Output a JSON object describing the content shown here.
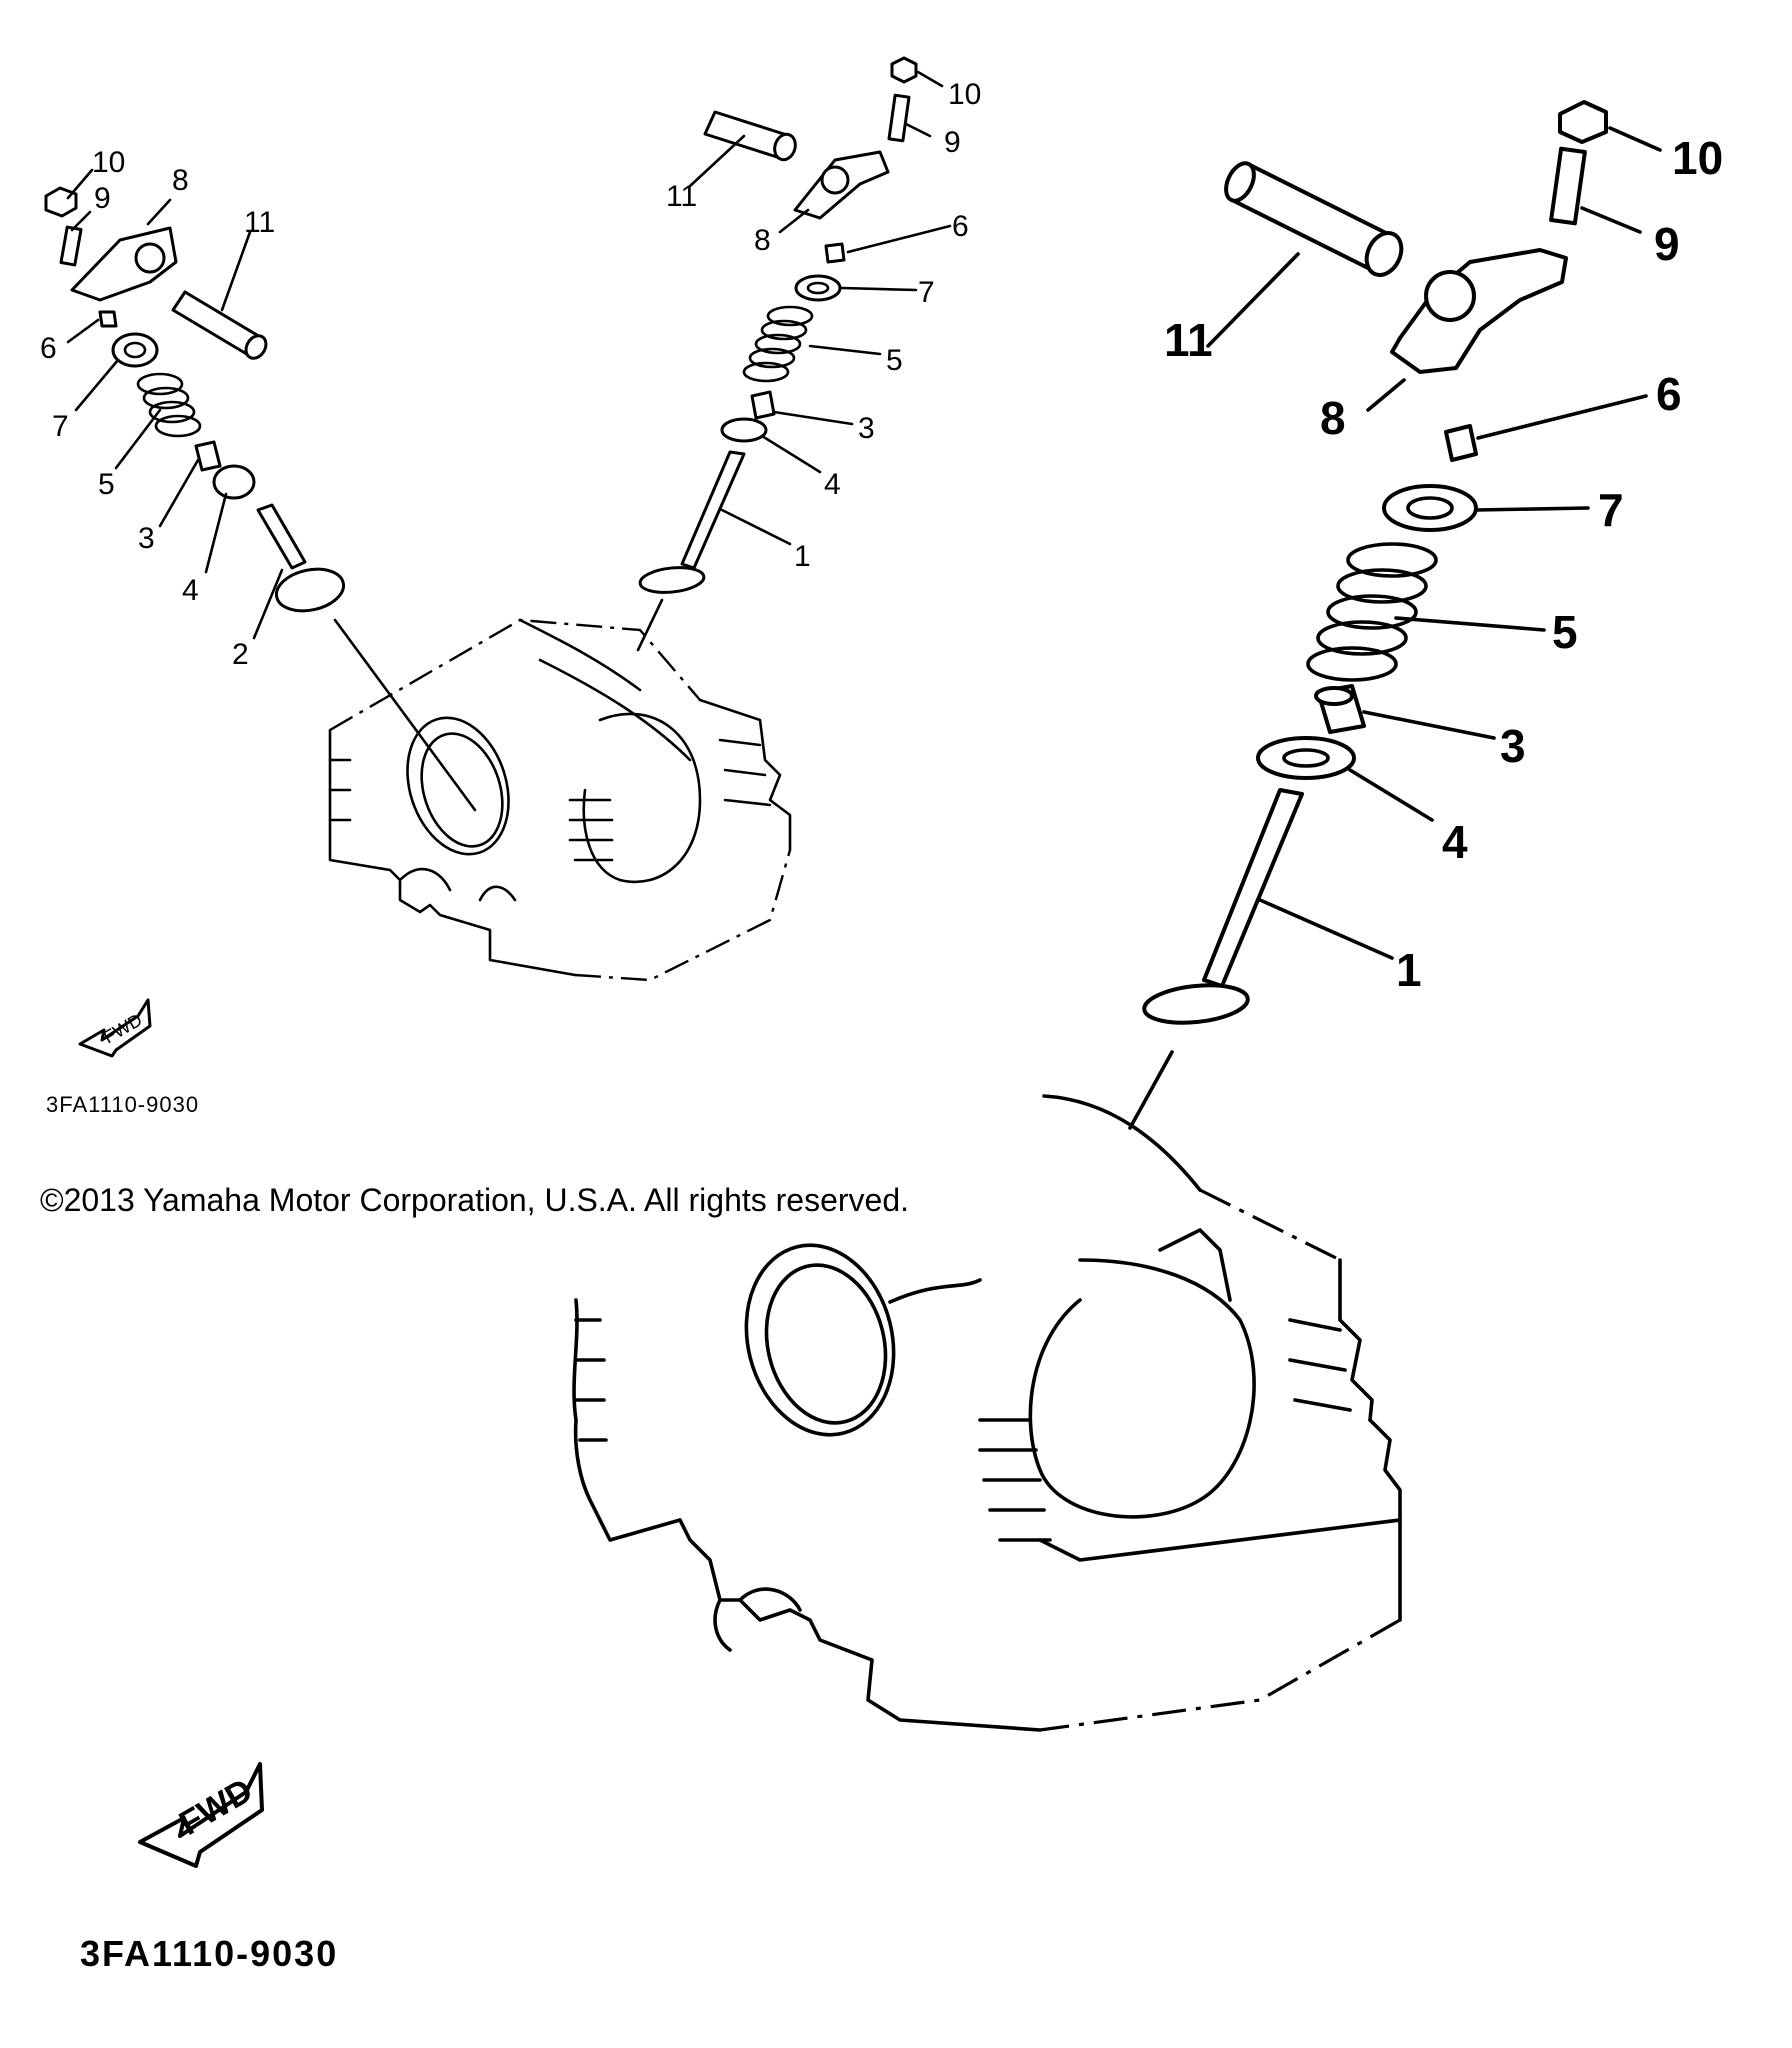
{
  "diagram": {
    "copyright": "©2013 Yamaha Motor Corporation, U.S.A. All rights reserved.",
    "part_code": "3FA1110-9030",
    "fwd_label": "FWD",
    "callouts": {
      "c1": "1",
      "c2": "2",
      "c3": "3",
      "c4": "4",
      "c5": "5",
      "c6": "6",
      "c7": "7",
      "c8": "8",
      "c9": "9",
      "c10": "10",
      "c11": "11"
    }
  }
}
